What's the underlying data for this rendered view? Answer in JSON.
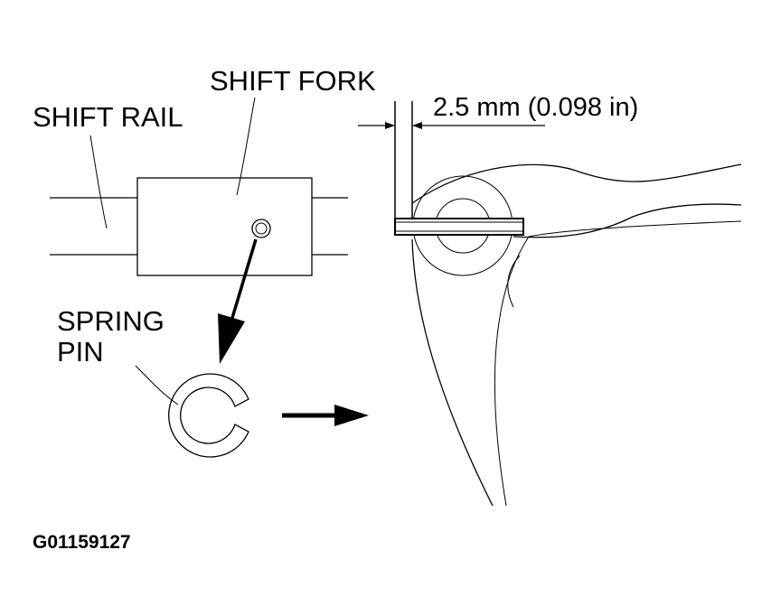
{
  "labels": {
    "shift_rail": "SHIFT RAIL",
    "shift_fork": "SHIFT FORK",
    "spring_pin_line1": "SPRING",
    "spring_pin_line2": "PIN",
    "dimension": "2.5 mm (0.098 in)",
    "figure_id": "G01159127"
  },
  "colors": {
    "ink": "#000000",
    "background": "#ffffff"
  }
}
